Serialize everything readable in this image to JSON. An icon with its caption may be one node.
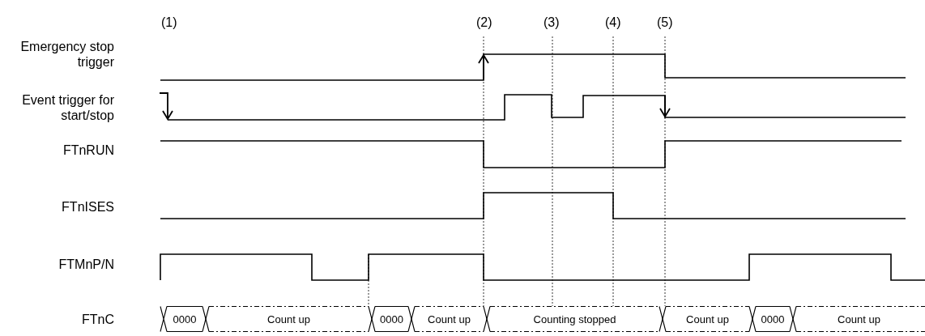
{
  "diagram": {
    "nodes": [
      {
        "text": [
          "0000"
        ]
      },
      {
        "text": [
          "Count up"
        ]
      },
      {
        "text": [
          "0000"
        ]
      },
      {
        "text": [
          "Count up"
        ]
      },
      {
        "text": [
          "Counting stopped"
        ]
      },
      {
        "text": [
          "Count up"
        ]
      },
      {
        "text": [
          "0000"
        ]
      },
      {
        "text": [
          "Count up"
        ]
      }
    ],
    "edges": [],
    "labels": [
      "(1)",
      "(2)",
      "(3)",
      "(4)",
      "(5)",
      "Emergency stop trigger",
      "Event trigger for start/stop",
      "FTnRUN",
      "FTnISES",
      "FTMnP/N",
      "FTnC"
    ]
  }
}
